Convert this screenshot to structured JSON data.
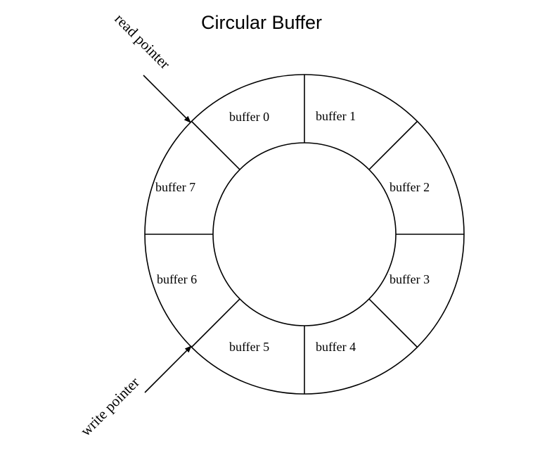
{
  "title": "Circular Buffer",
  "segments": [
    {
      "label": "buffer 0"
    },
    {
      "label": "buffer 1"
    },
    {
      "label": "buffer 2"
    },
    {
      "label": "buffer 3"
    },
    {
      "label": "buffer 4"
    },
    {
      "label": "buffer 5"
    },
    {
      "label": "buffer 6"
    },
    {
      "label": "buffer 7"
    }
  ],
  "pointers": {
    "read": {
      "label": "read pointer",
      "segment": "buffer 0"
    },
    "write": {
      "label": "write pointer",
      "segment": "buffer 5"
    }
  }
}
